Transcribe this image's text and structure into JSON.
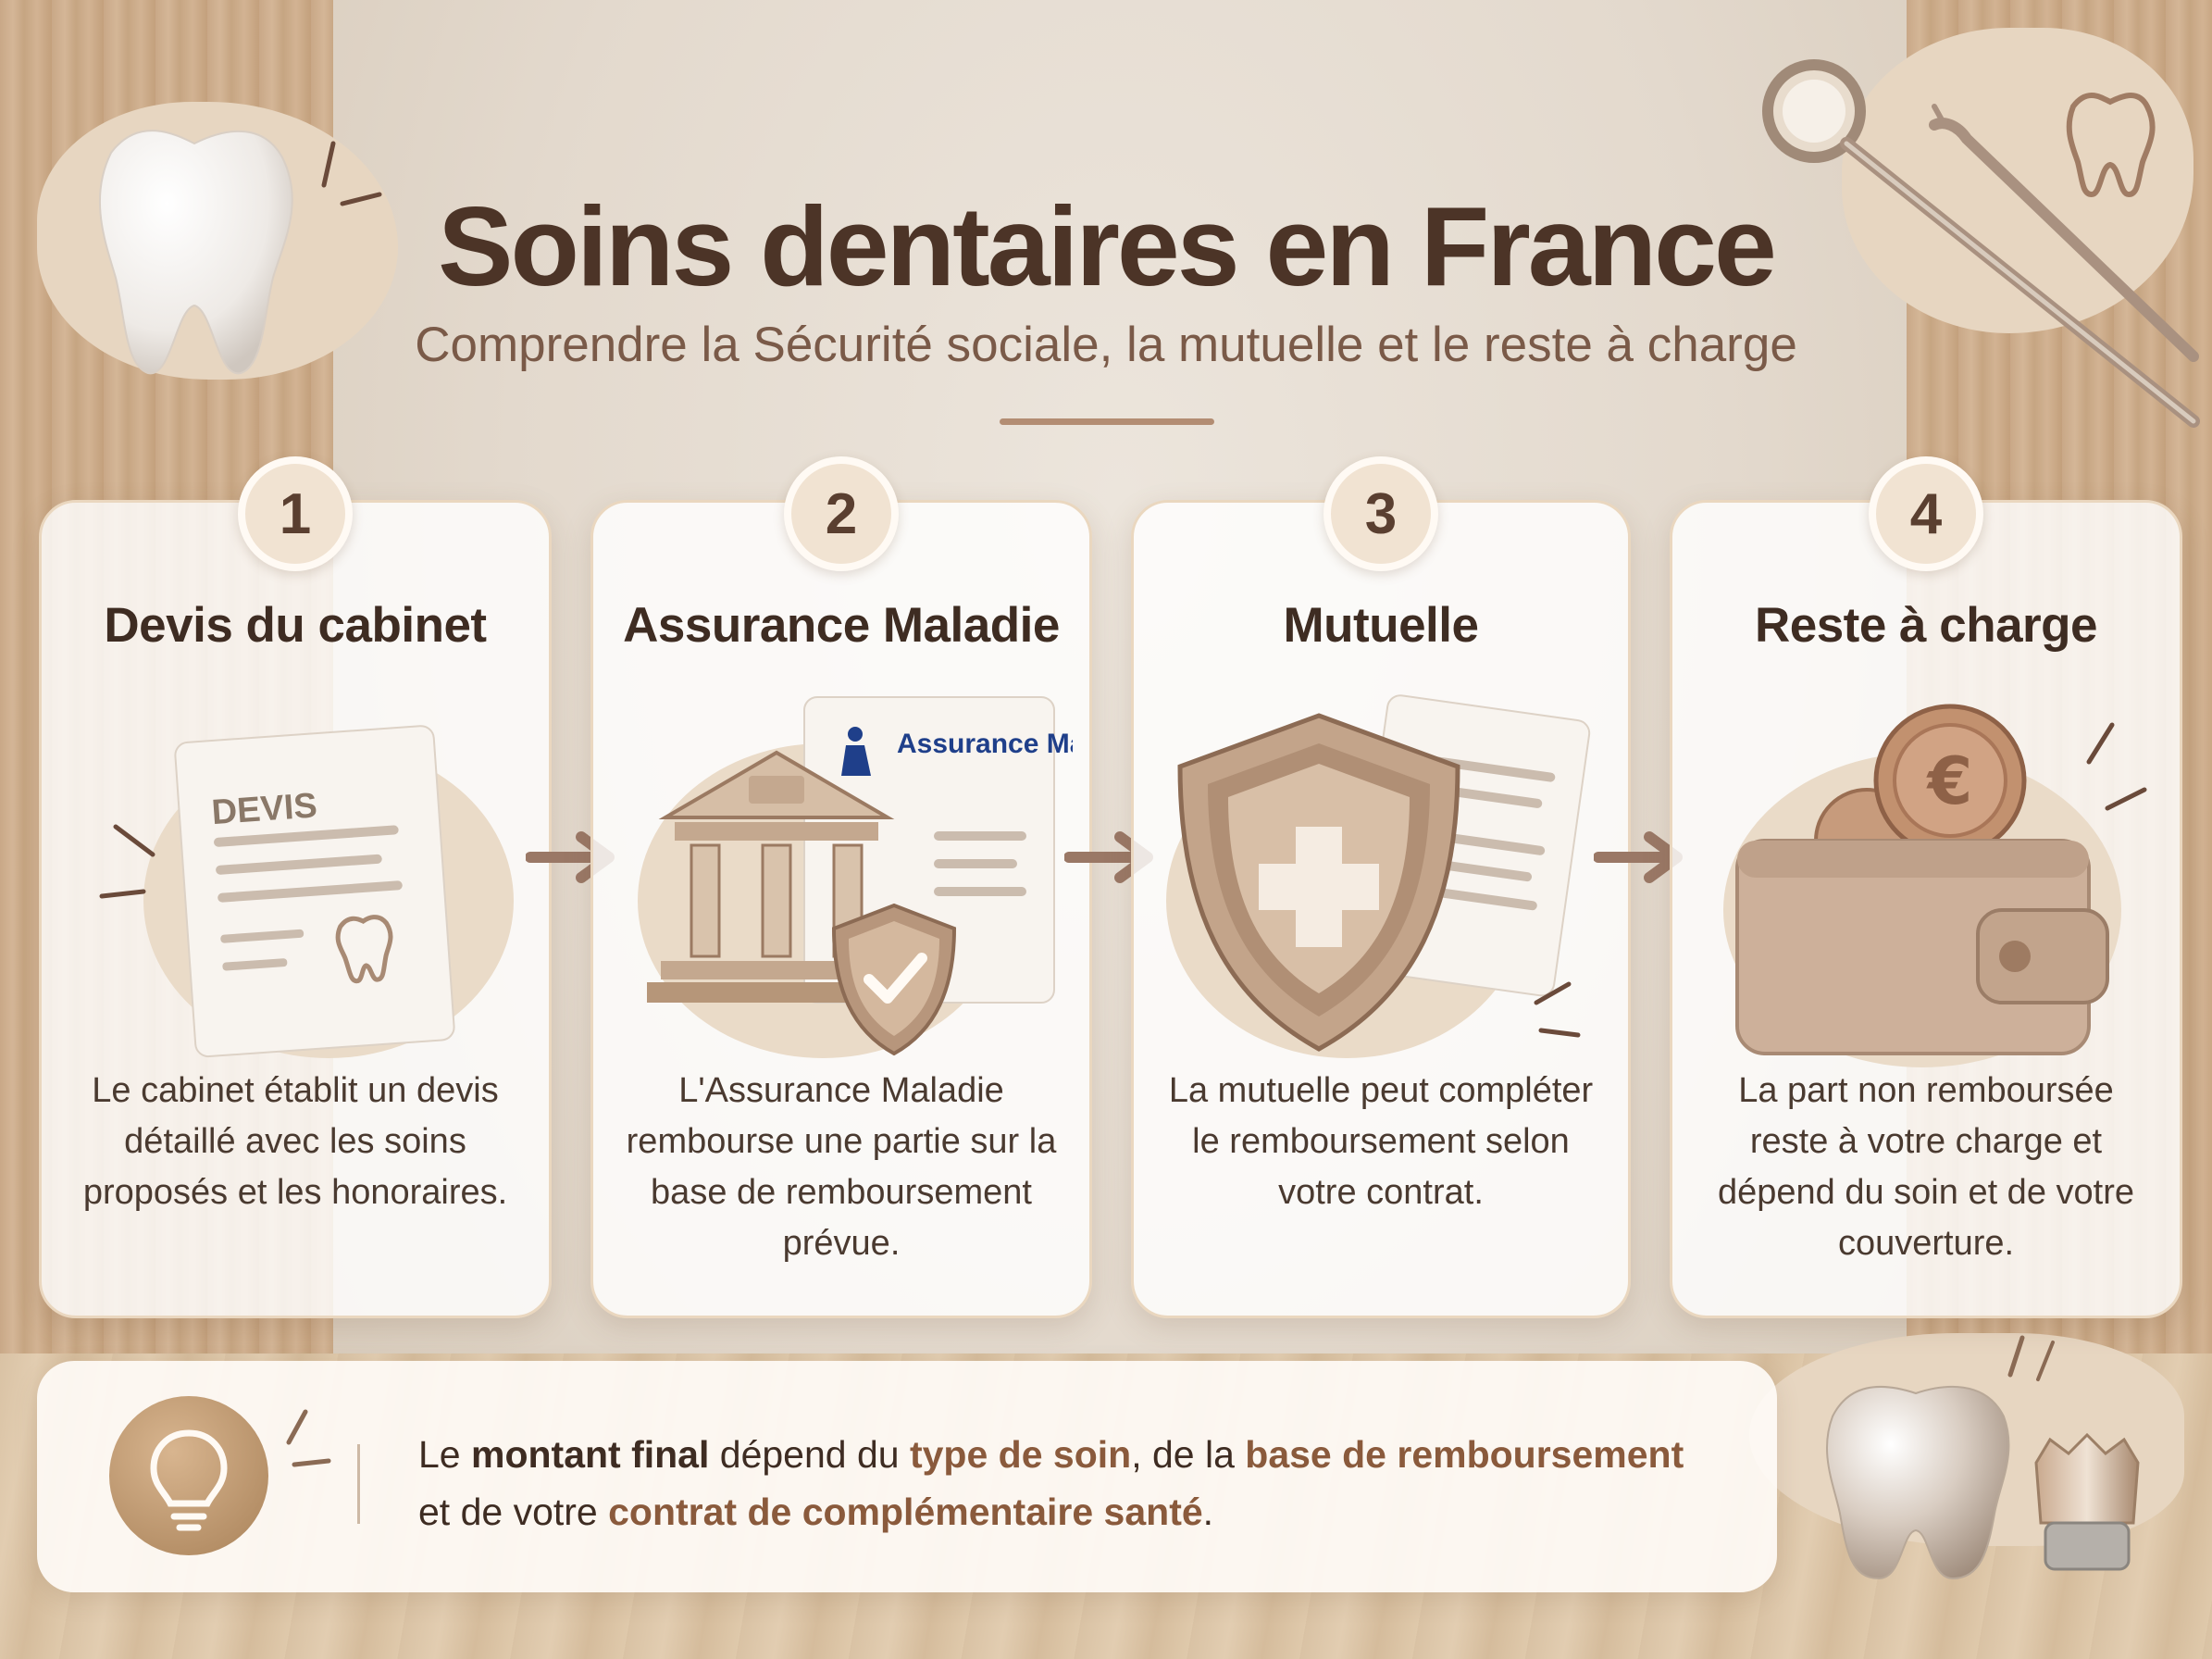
{
  "header": {
    "title": "Soins dentaires en France",
    "subtitle": "Comprendre la Sécurité sociale, la mutuelle et le reste à charge"
  },
  "cards": [
    {
      "number": "1",
      "title": "Devis du cabinet",
      "illustration_label": "DEVIS",
      "text": "Le cabinet établit un devis détaillé avec les soins proposés et les honoraires."
    },
    {
      "number": "2",
      "title": "Assurance Maladie",
      "illustration_label": "Assurance Maladie",
      "text": "L'Assurance Maladie rembourse une partie sur la base de remboursement prévue."
    },
    {
      "number": "3",
      "title": "Mutuelle",
      "text": "La mutuelle peut compléter le remboursement selon votre contrat."
    },
    {
      "number": "4",
      "title": "Reste à charge",
      "text": "La part non remboursée reste à votre charge et dépend du soin et de votre couverture."
    }
  ],
  "banner": {
    "part1": "Le ",
    "bold1": "montant final",
    "part2": " dépend du ",
    "bold2": "type de soin",
    "part3": ", de la ",
    "bold3": "base de remboursement",
    "part4": " et de votre ",
    "bold4": "contrat de complémentaire santé",
    "part5": "."
  },
  "icons": {
    "tooth": "tooth-icon",
    "dental-mirror": "dental-mirror-icon",
    "document": "document-icon",
    "building": "building-icon",
    "shield-check": "shield-check-icon",
    "shield-cross": "shield-cross-icon",
    "wallet": "wallet-icon",
    "euro-coin": "euro-coin-icon",
    "lightbulb": "lightbulb-icon",
    "arrow": "arrow-right-icon",
    "crown": "dental-crown-icon"
  },
  "colors": {
    "accent": "#8a5a3c",
    "title": "#4c3427",
    "card_bg": "#fffaf4"
  }
}
